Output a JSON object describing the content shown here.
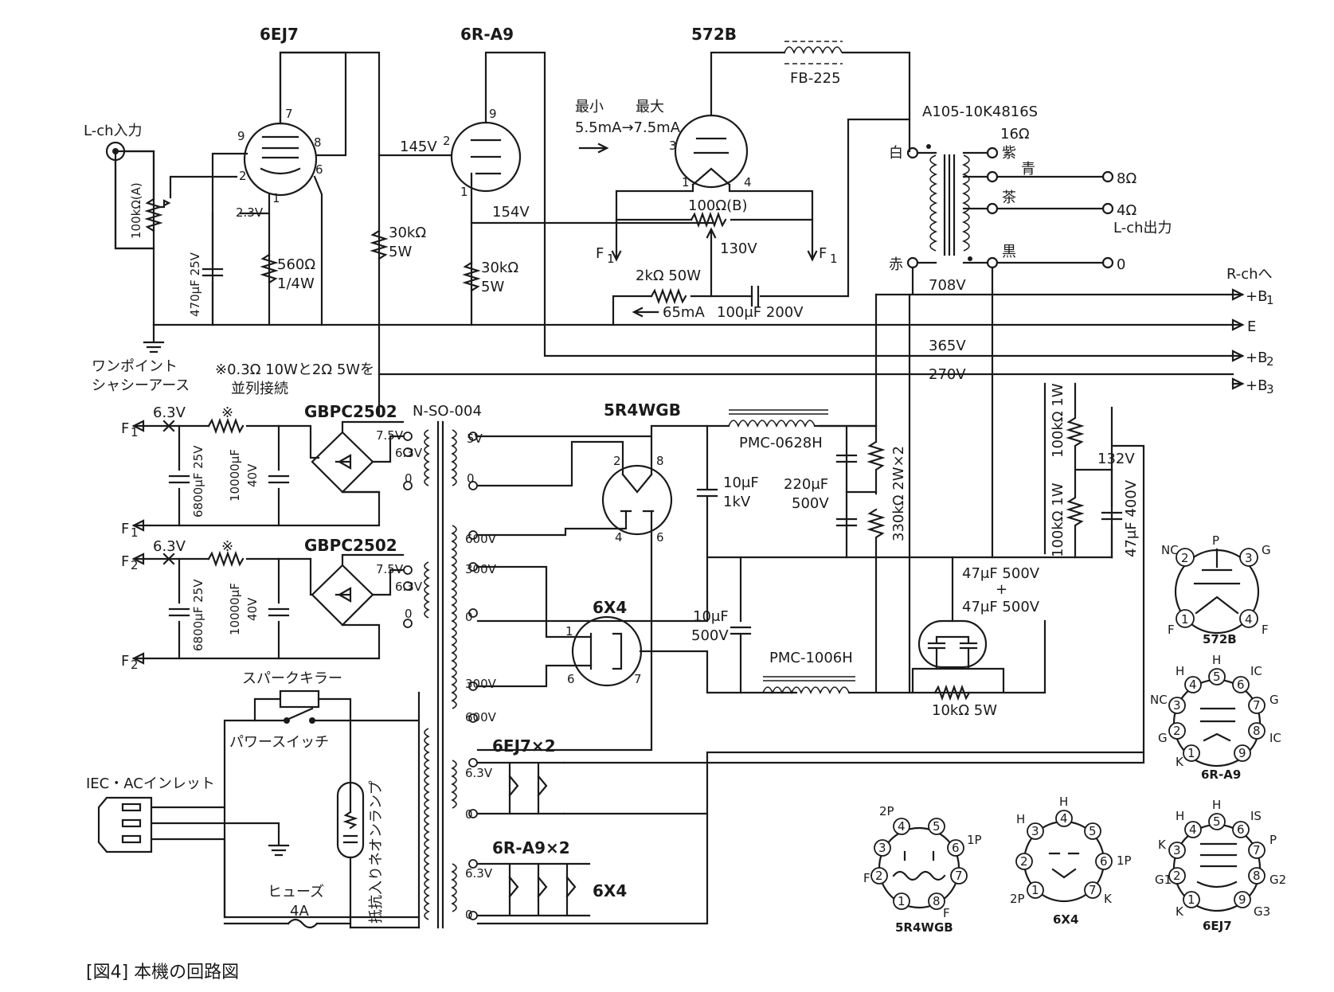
{
  "tubes": {
    "t1": "6EJ7",
    "t2": "6R-A9",
    "t3": "572B",
    "rect": "5R4WGB",
    "rect2": "6X4"
  },
  "labels": {
    "input": "L-ch入力",
    "vr": "100kΩ(A)",
    "cap470": "470μF 25V",
    "r560a": "560Ω",
    "r560b": "1/4W",
    "v23": "2.3V",
    "r30a": "30kΩ",
    "r30b": "5W",
    "r30c": "30kΩ",
    "r30d": "5W",
    "v145": "145V",
    "v154": "154V",
    "min": "最小",
    "max": "最大",
    "cur": "5.5mA→7.5mA",
    "fb": "FB-225",
    "r100b": "100Ω(B)",
    "v130": "130V",
    "f1": "F",
    "f1s": "1",
    "f1p": "F",
    "f1ps": "1",
    "r2k": "2kΩ 50W",
    "ma65": "65mA",
    "c100": "100μF 200V",
    "otp": "A105-10K4816S",
    "shiro": "白",
    "aka": "赤",
    "murasaki": "紫",
    "ao": "青",
    "cha": "茶",
    "kuro": "黒",
    "o16": "16Ω",
    "o8": "8Ω",
    "o4": "4Ω",
    "o0": "0",
    "out": "L-ch出力",
    "rch": "R-chへ",
    "b1": "+B",
    "b1s": "1",
    "e": "E",
    "b2": "+B",
    "b2s": "2",
    "b3": "+B",
    "b3s": "3",
    "v708": "708V",
    "v365": "365V",
    "v270": "270V",
    "gnd1": "ワンポイント",
    "gnd2": "シャシーアース",
    "note1": "※0.3Ω 10Wと2Ω 5Wを",
    "note2": "並列接続",
    "v63a": "6.3V",
    "v63b": "6.3V",
    "gbpc1": "GBPC2502",
    "gbpc2": "GBPC2502",
    "c6800a": "6800μF 25V",
    "c6800b": "6800μF 25V",
    "c10000a": "10000μF",
    "c10000a2": "40V",
    "c10000b": "10000μF",
    "c10000b2": "40V",
    "F1": "F",
    "F1s": "1",
    "F1p": "F",
    "F1ps": "1",
    "F2": "F",
    "F2s": "2",
    "F2p": "F",
    "F2ps": "2",
    "pt": "N-SO-004",
    "t75a": "7.5V",
    "t63a": "6.3V",
    "t0a": "0",
    "t5v": "5V",
    "t0b": "0",
    "t75b": "7.5V",
    "t63b": "6.3V",
    "t0c": "0",
    "t600a": "600V",
    "t300a": "300V",
    "t0d": "0",
    "t300b": "300V",
    "t600b": "600V",
    "t63c": "6.3V",
    "t0e": "0",
    "t63d": "6.3V",
    "t0f": "0",
    "pmc628": "PMC-0628H",
    "c10a": "10μF",
    "c10b": "1kV",
    "c220a": "220μF",
    "c220b": "500V",
    "r330": "330kΩ 2W×2",
    "r100k1": "100kΩ 1W",
    "r100k2": "100kΩ 1W",
    "v132": "132V",
    "c47": "47μF 400V",
    "c10c": "10μF",
    "c10d": "500V",
    "pmc1006": "PMC-1006H",
    "c47a": "47μF 500V",
    "plus": "+",
    "c47b": "47μF 500V",
    "r10k": "10kΩ 5W",
    "spark": "スパークキラー",
    "psw": "パワースイッチ",
    "iec": "IEC・ACインレット",
    "neon": "抵抗入りネオンランプ",
    "fuse": "ヒューズ",
    "fuse2": "4A",
    "h6ej7": "6EJ7×2",
    "h6ra9": "6R-A9×2",
    "h6x4": "6X4",
    "mark1": "※",
    "mark2": "※"
  },
  "pins": {
    "p6ej7": [
      "7",
      "9",
      "8",
      "2",
      "6",
      "1"
    ],
    "p6ra9": [
      "9",
      "2",
      "1"
    ],
    "p572": [
      "3",
      "1",
      "4"
    ],
    "p5r4": [
      "2",
      "8",
      "4",
      "6"
    ],
    "p6x4": [
      "1",
      "6",
      "7"
    ]
  },
  "bases": [
    {
      "name": "572B",
      "pins": [
        "P",
        "NC",
        "G",
        "F",
        "F"
      ],
      "nums": [
        "2",
        "3",
        "1",
        "4"
      ]
    },
    {
      "name": "6R-A9",
      "pins": [
        "H",
        "H",
        "IC",
        "NC",
        "G",
        "G",
        "IC",
        "K"
      ],
      "nums": [
        "1",
        "2",
        "3",
        "4",
        "5",
        "6",
        "7",
        "8",
        "9"
      ]
    },
    {
      "name": "5R4WGB",
      "pins": [
        "2P",
        "3",
        "5",
        "6",
        "1P",
        "F",
        "7",
        "8",
        "F"
      ],
      "nums": [
        "1",
        "2",
        "3",
        "4",
        "5",
        "6",
        "7",
        "8"
      ]
    },
    {
      "name": "6X4",
      "pins": [
        "H",
        "H",
        "1P",
        "2P",
        "K"
      ],
      "nums": [
        "1",
        "2",
        "3",
        "4",
        "5",
        "6",
        "7"
      ]
    },
    {
      "name": "6EJ7",
      "pins": [
        "H",
        "IS",
        "H",
        "K",
        "P",
        "G1",
        "G2",
        "K",
        "G3"
      ],
      "nums": [
        "1",
        "2",
        "3",
        "4",
        "5",
        "6",
        "7",
        "8",
        "9"
      ]
    }
  ],
  "caption": "[図4] 本機の回路図"
}
